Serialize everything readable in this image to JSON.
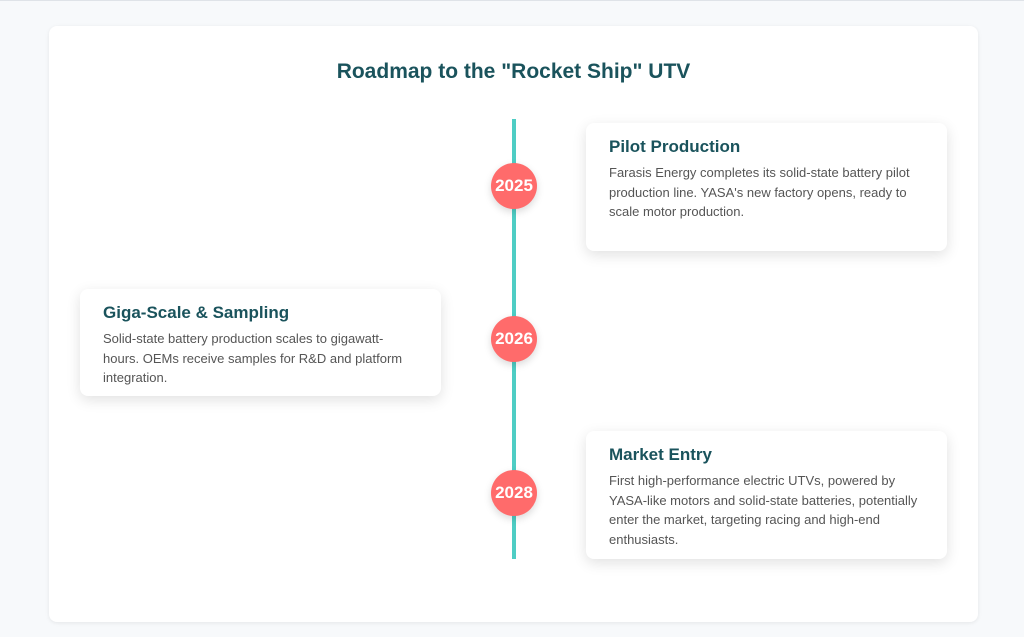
{
  "title": "Roadmap to the \"Rocket Ship\" UTV",
  "colors": {
    "accent": "#4ecdc4",
    "marker": "#ff6b6b",
    "heading": "#1a535c"
  },
  "events": [
    {
      "year": "2025",
      "title": "Pilot Production",
      "text": "Farasis Energy completes its solid-state battery pilot production line. YASA's new factory opens, ready to scale motor production."
    },
    {
      "year": "2026",
      "title": "Giga-Scale & Sampling",
      "text": "Solid-state battery production scales to gigawatt-hours. OEMs receive samples for R&D and platform integration."
    },
    {
      "year": "2028",
      "title": "Market Entry",
      "text": "First high-performance electric UTVs, powered by YASA-like motors and solid-state batteries, potentially enter the market, targeting racing and high-end enthusiasts."
    }
  ]
}
